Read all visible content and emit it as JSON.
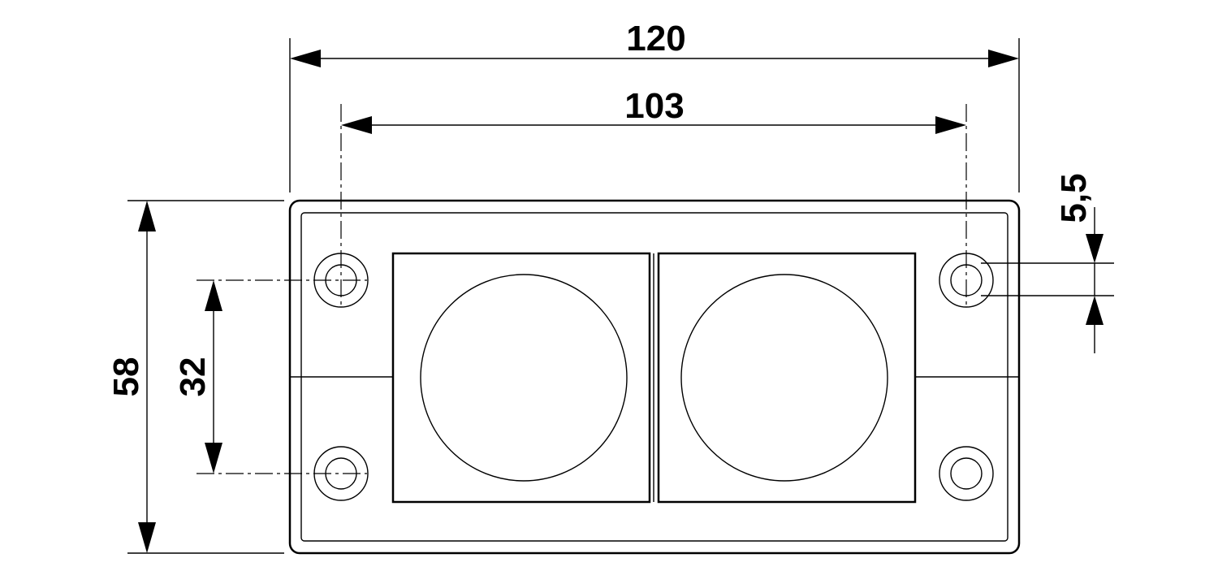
{
  "drawing": {
    "dimensions": {
      "overall_width": "120",
      "hole_spacing_horizontal": "103",
      "overall_height": "58",
      "hole_spacing_vertical": "32",
      "hole_diameter": "5,5"
    }
  }
}
